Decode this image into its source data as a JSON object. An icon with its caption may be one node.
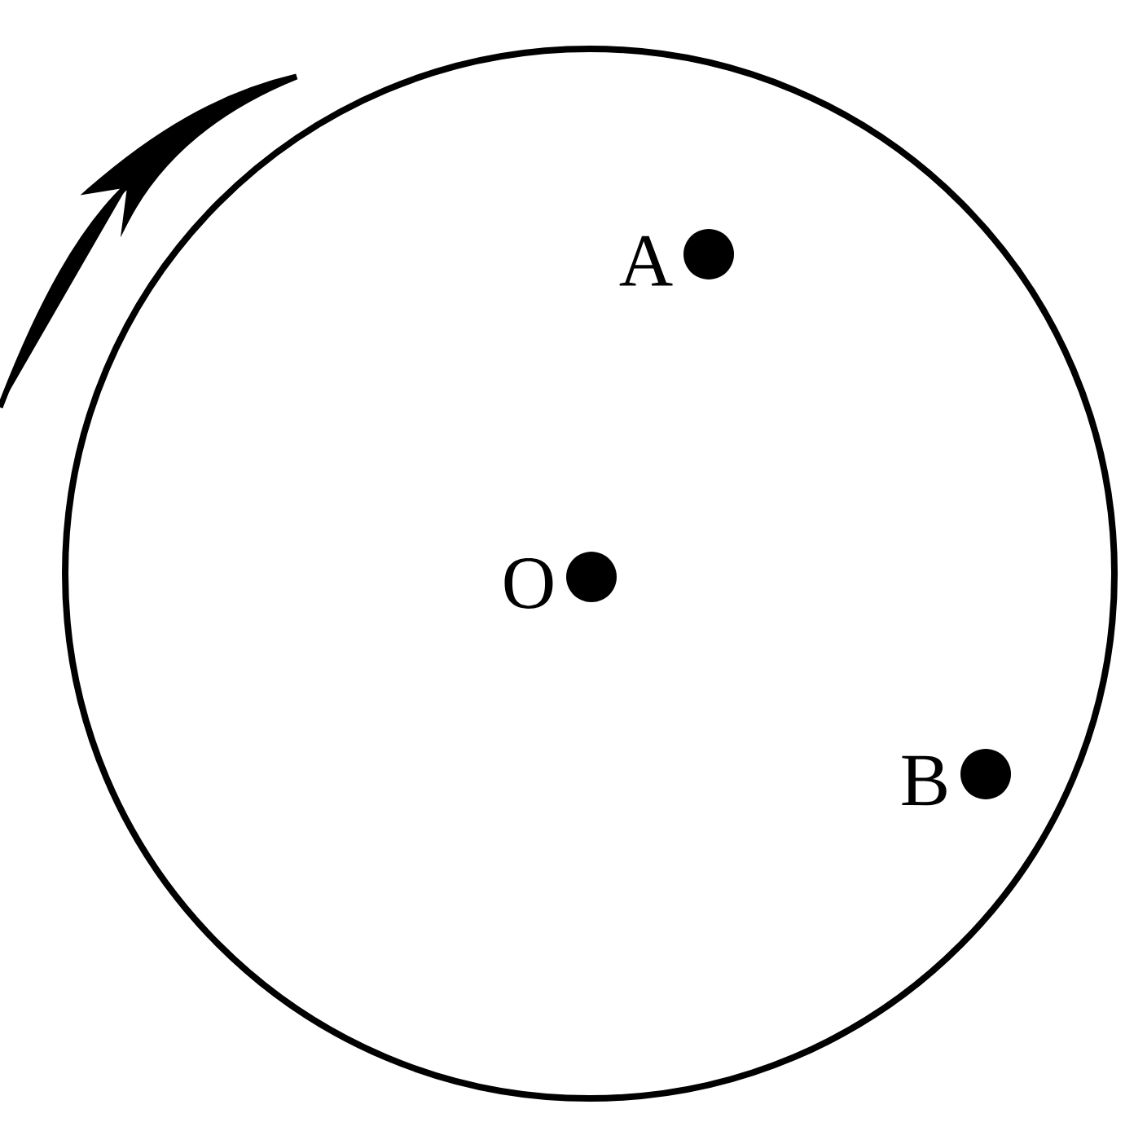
{
  "diagram": {
    "nodes": [
      {
        "text": [],
        "shape": "circle"
      },
      {
        "text": [],
        "shape": "dot",
        "beside": [
          "A"
        ],
        "in": 0
      },
      {
        "text": [],
        "shape": "dot",
        "beside": [
          "O"
        ],
        "in": 0
      },
      {
        "text": [],
        "shape": "dot",
        "beside": [
          "B"
        ],
        "in": 0
      }
    ]
  }
}
